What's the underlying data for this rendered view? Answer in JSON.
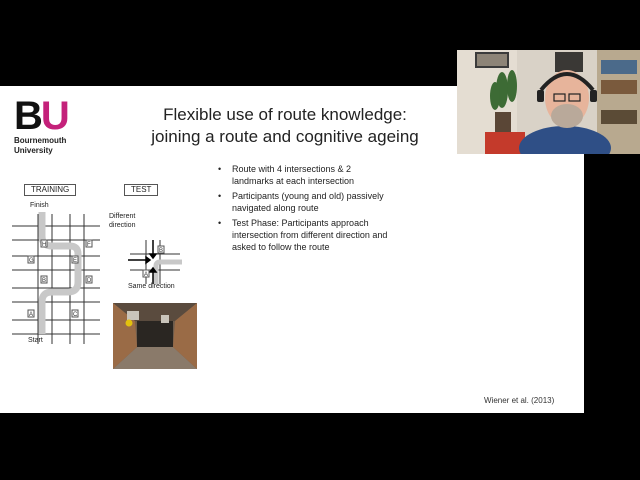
{
  "logo": {
    "mark_b": "B",
    "mark_u": "U",
    "line1": "Bournemouth",
    "line2": "University"
  },
  "title": {
    "line1": "Flexible use of route knowledge:",
    "line2": "joining a route and cognitive ageing"
  },
  "bullets": [
    "Route with 4 intersections & 2 landmarks at each intersection",
    "Participants (young and old) passively navigated along route",
    "Test Phase: Participants approach intersection from different direction and asked to follow the route"
  ],
  "diagram": {
    "training_label": "TRAINING",
    "test_label": "TEST",
    "finish": "Finish",
    "start": "Start",
    "different_direction_1": "Different",
    "different_direction_2": "direction",
    "same_direction": "Same direction",
    "landmarks": [
      "A",
      "B",
      "C",
      "D",
      "E",
      "F",
      "G",
      "H"
    ]
  },
  "citation": "Wiener et al. (2013)",
  "colors": {
    "slide_bg": "#ffffff",
    "frame_bg": "#000000",
    "logo_accent": "#c4217a"
  }
}
